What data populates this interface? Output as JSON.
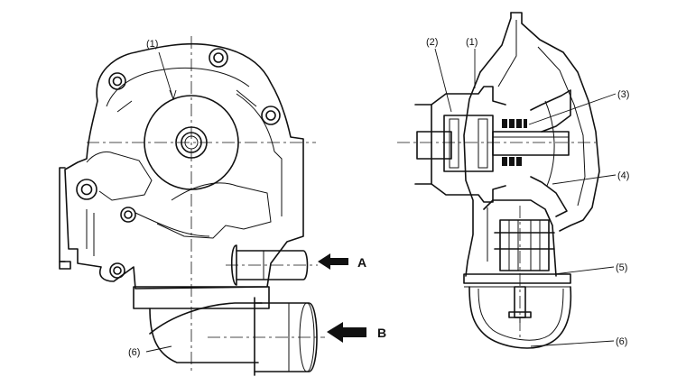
{
  "labels": {
    "left_1": "(1)",
    "left_6": "(6)",
    "arrow_a": "A",
    "arrow_b": "B",
    "right_2": "(2)",
    "right_1": "(1)",
    "right_3": "(3)",
    "right_4": "(4)",
    "right_5": "(5)",
    "right_6": "(6)"
  }
}
